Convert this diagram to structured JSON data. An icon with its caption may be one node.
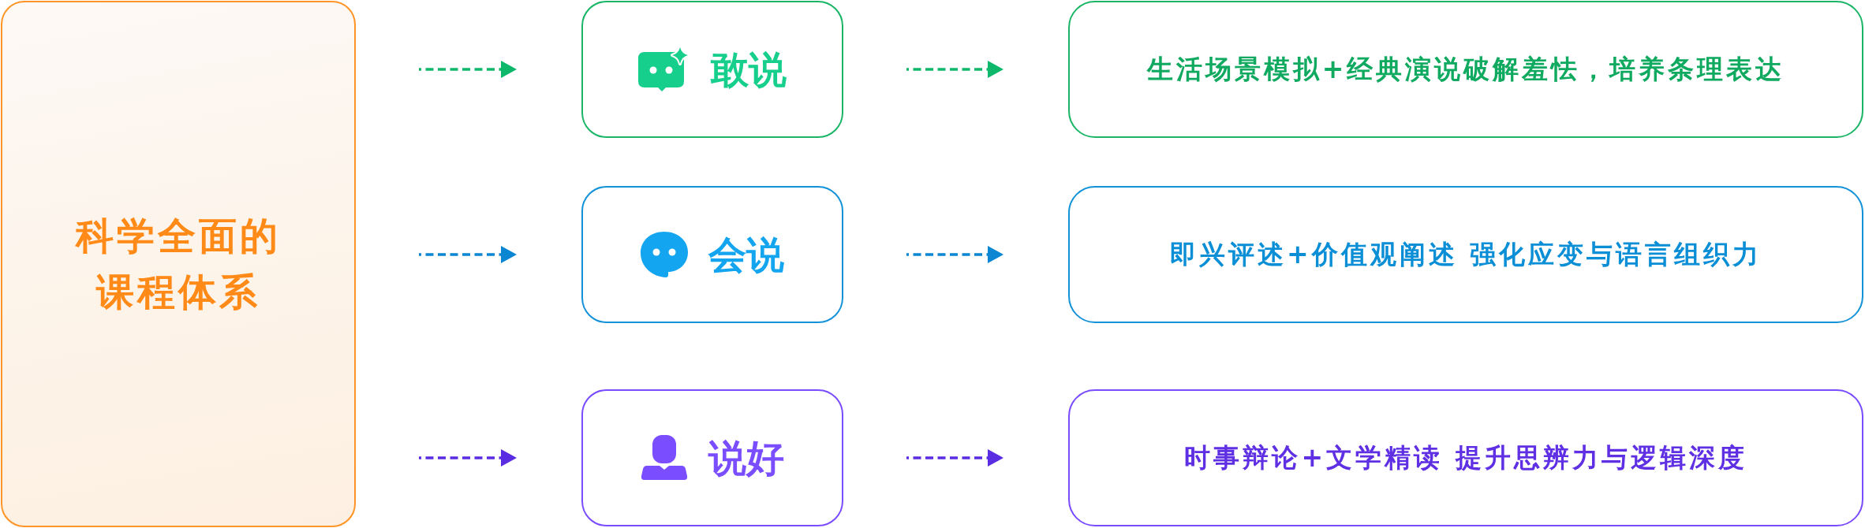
{
  "diagram": {
    "nodes": [
      {
        "text": [
          "科学全面的课程体系"
        ]
      },
      {
        "text": [
          "敢说"
        ]
      },
      {
        "text": [
          "会说"
        ]
      },
      {
        "text": [
          "说好"
        ]
      },
      {
        "text": [
          "生活场景模拟+经典演说破解羞怯，培养条理表达"
        ]
      },
      {
        "text": [
          "即兴评述+价值观阐述 强化应变与语言组织力"
        ]
      },
      {
        "text": [
          "时事辩论+文学精读 提升思辨力与逻辑深度"
        ]
      }
    ],
    "edges": [
      {
        "from": 0,
        "to": 1,
        "arrow": "to",
        "style": "dashed",
        "color": "#0db86a"
      },
      {
        "from": 0,
        "to": 2,
        "arrow": "to",
        "style": "dashed",
        "color": "#0a86d2"
      },
      {
        "from": 0,
        "to": 3,
        "arrow": "to",
        "style": "dashed",
        "color": "#5b2de2"
      },
      {
        "from": 1,
        "to": 4,
        "arrow": "to",
        "style": "dashed",
        "color": "#0db86a"
      },
      {
        "from": 2,
        "to": 5,
        "arrow": "to",
        "style": "dashed",
        "color": "#0a86d2"
      },
      {
        "from": 3,
        "to": 6,
        "arrow": "to",
        "style": "dashed",
        "color": "#5b2de2"
      }
    ]
  }
}
